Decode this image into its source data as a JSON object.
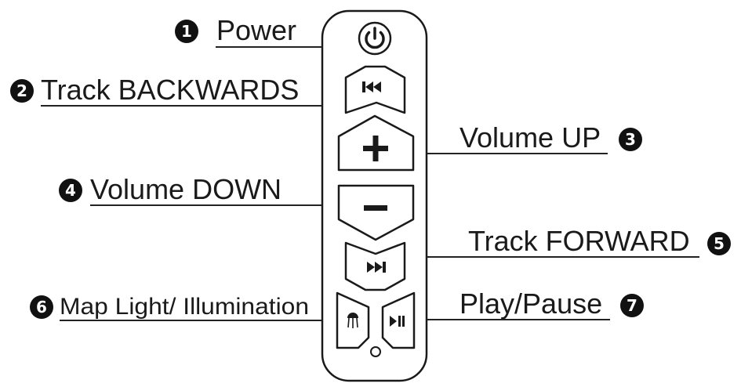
{
  "callouts": [
    {
      "number": "1",
      "label": "Power"
    },
    {
      "number": "2",
      "label": "Track BACKWARDS"
    },
    {
      "number": "3",
      "label": "Volume UP"
    },
    {
      "number": "4",
      "label": "Volume DOWN"
    },
    {
      "number": "5",
      "label": "Track FORWARD"
    },
    {
      "number": "6",
      "label": "Map Light/ Illumination"
    },
    {
      "number": "7",
      "label": "Play/Pause"
    }
  ],
  "icons": {
    "power": "power-icon",
    "backward": "skip-backward-icon",
    "volume_up": "plus-icon",
    "volume_down": "minus-icon",
    "forward": "skip-forward-icon",
    "light": "jellyfish-light-icon",
    "play_pause": "play-pause-icon",
    "led": "led-indicator-icon"
  },
  "colors": {
    "ink": "#1a1a1a",
    "background": "#ffffff"
  }
}
